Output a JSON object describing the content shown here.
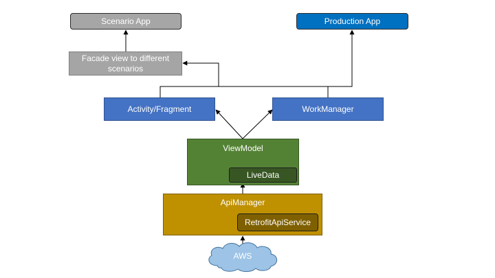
{
  "diagram": {
    "nodes": {
      "scenario_app": "Scenario App",
      "production_app": "Production App",
      "facade": "Facade view to different scenarios",
      "activity_fragment": "Activity/Fragment",
      "workmanager": "WorkManager",
      "viewmodel": "ViewModel",
      "livedata": "LiveData",
      "apimanager": "ApiManager",
      "retrofit": "RetrofitApiService",
      "aws": "AWS"
    },
    "edges": [
      {
        "from": "AWS",
        "to": "ApiManager"
      },
      {
        "from": "ApiManager",
        "to": "LiveData"
      },
      {
        "from": "ViewModel",
        "to": "Activity/Fragment"
      },
      {
        "from": "ViewModel",
        "to": "WorkManager"
      },
      {
        "from": "Activity/Fragment",
        "to": "Facade view to different scenarios"
      },
      {
        "from": "WorkManager",
        "to": "Facade view to different scenarios"
      },
      {
        "from": "Facade view to different scenarios",
        "to": "Scenario App"
      },
      {
        "from": "Activity/Fragment",
        "to": "Production App"
      },
      {
        "from": "WorkManager",
        "to": "Production App"
      }
    ],
    "colors": {
      "app_gray": "#a6a6a6",
      "app_blue": "#0070c0",
      "facade_gray": "#a5a5a5",
      "component_blue": "#4472c4",
      "viewmodel_green": "#548235",
      "livedata_green": "#375623",
      "apimanager_gold": "#bf9000",
      "retrofit_brown": "#7f6000",
      "cloud_blue": "#9dc3e6",
      "connector": "#000000"
    }
  }
}
